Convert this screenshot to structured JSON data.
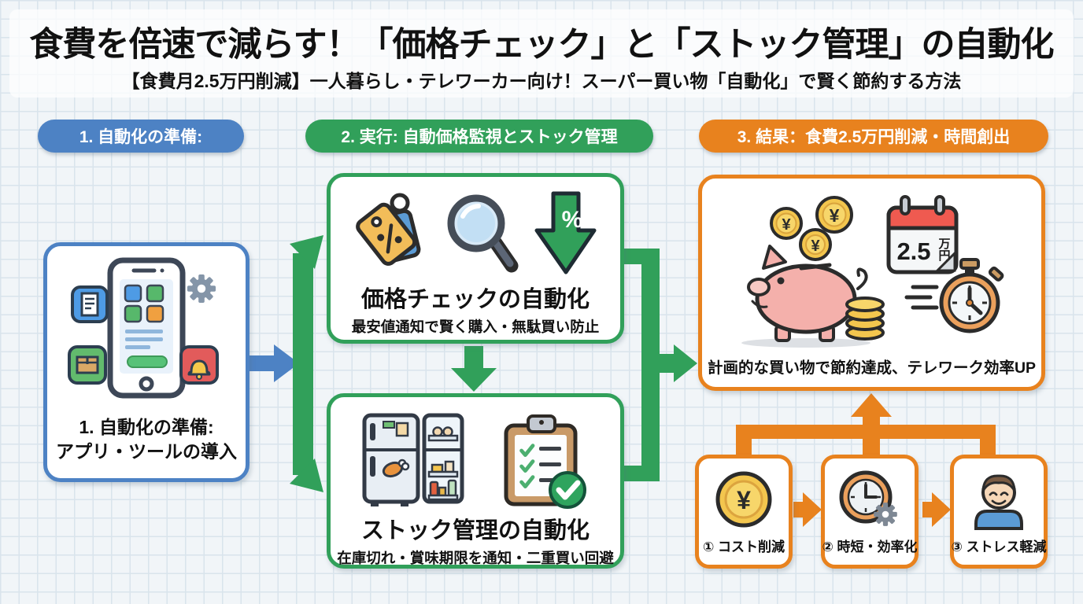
{
  "colors": {
    "blue": "#4d82c4",
    "green": "#31a05a",
    "orange": "#e8821e"
  },
  "header": {
    "title": "食費を倍速で減らす！「価格チェック」と「ストック管理」の自動化",
    "subtitle": "【食費月2.5万円削減】一人暮らし・テレワーカー向け！スーパー買い物「自動化」で賢く節約する方法"
  },
  "steps": {
    "step1_label": "1. 自動化の準備:",
    "step2_label": "2. 実行: 自動価格監視とストック管理",
    "step3_label": "3. 結果：食費2.5万円削減・時間創出"
  },
  "prep_box": {
    "line1": "1. 自動化の準備:",
    "line2": "アプリ・ツールの導入"
  },
  "price_box": {
    "title": "価格チェックの自動化",
    "subtitle": "最安値通知で賢く購入・無駄買い防止"
  },
  "stock_box": {
    "title": "ストック管理の自動化",
    "subtitle": "在庫切れ・賞味期限を通知・二重買い回避"
  },
  "result_box": {
    "caption": "計画的な買い物で節約達成、テレワーク効率UP",
    "calendar_value": "2.5",
    "calendar_unit": "万円"
  },
  "outcomes": [
    {
      "label": "① コスト削減",
      "icon": "yen-coin-icon"
    },
    {
      "label": "② 時短・効率化",
      "icon": "clock-gear-icon"
    },
    {
      "label": "③ ストレス軽減",
      "icon": "happy-person-icon"
    }
  ],
  "glyphs": {
    "percent": "%",
    "yen": "¥"
  }
}
